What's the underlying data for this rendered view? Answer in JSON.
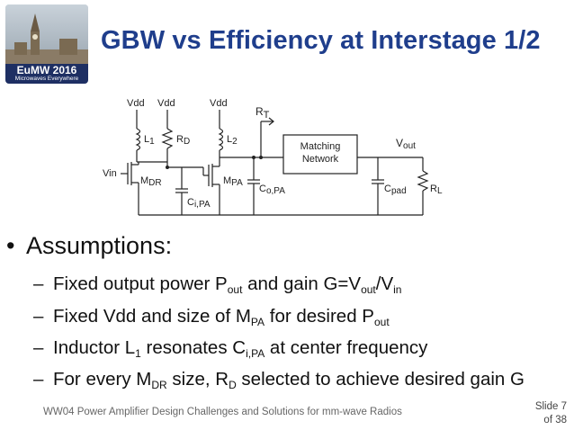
{
  "logo": {
    "line1": "EuMW 2016",
    "line2": "Microwaves Everywhere"
  },
  "title": "GBW vs Efficiency at Interstage 1/2",
  "circuit": {
    "vdd1": "Vdd",
    "vdd2": "Vdd",
    "vdd3": "Vdd",
    "l1": "L",
    "l1_sub": "1",
    "rd": "R",
    "rd_sub": "D",
    "l2": "L",
    "l2_sub": "2",
    "rt": "R",
    "rt_sub": "T",
    "matching_line1": "Matching",
    "matching_line2": "Network",
    "vout": "V",
    "vout_sub": "out",
    "vin": "Vin",
    "mdr": "M",
    "mdr_sub": "DR",
    "mpa": "M",
    "mpa_sub": "PA",
    "cipa": "C",
    "cipa_sub": "i,PA",
    "copa": "C",
    "copa_sub": "o,PA",
    "cpad": "C",
    "cpad_sub": "pad",
    "rl": "R",
    "rl_sub": "L"
  },
  "bullet": "Assumptions:",
  "items": [
    {
      "dash": "–",
      "a": "Fixed output power P",
      "a_sub": "out",
      "b": " and gain G=V",
      "b_sub": "out",
      "c": "/V",
      "c_sub": "in"
    },
    {
      "dash": "–",
      "a": "Fixed Vdd and size of M",
      "a_sub": "PA",
      "b": " for desired P",
      "b_sub": "out"
    },
    {
      "dash": "–",
      "a": "Inductor L",
      "a_sub": "1",
      "b": " resonates C",
      "b_sub": "i,PA",
      "c": " at center frequency"
    },
    {
      "dash": "–",
      "a": "For every M",
      "a_sub": "DR",
      "b": " size, R",
      "b_sub": "D",
      "c": " selected to achieve desired gain G"
    }
  ],
  "footer": "WW04  Power Amplifier Design Challenges and Solutions for mm-wave Radios",
  "slide": {
    "line1": "Slide 7",
    "line2": "of 38"
  }
}
